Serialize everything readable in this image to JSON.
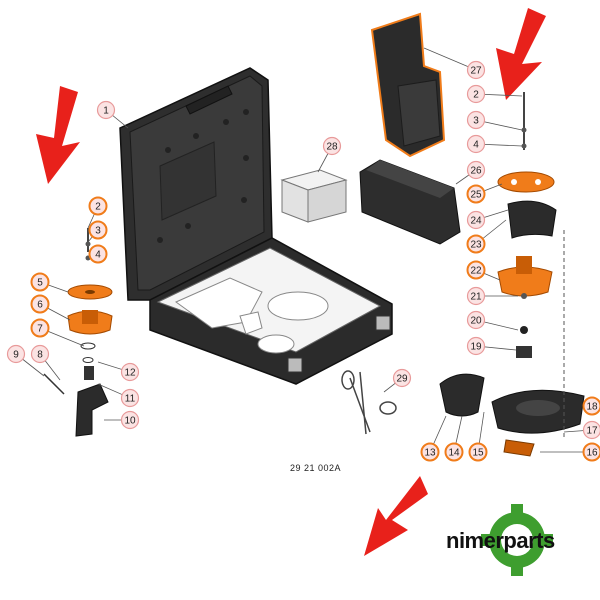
{
  "figure_code": "29  21  002A",
  "brand": {
    "name": "nimerparts"
  },
  "colors": {
    "orange": "#f07c1a",
    "red_arrow": "#e8211b",
    "callout_fill": "#fbe3e3",
    "callout_stroke_orange": "#f07c1a",
    "callout_stroke_pink": "#e89a9a",
    "dark_part": "#2b2b2b",
    "green_gear": "#3e9e2f"
  },
  "callouts": [
    {
      "label": "1",
      "style": "pink"
    },
    {
      "label": "2",
      "style": "orange"
    },
    {
      "label": "3",
      "style": "orange"
    },
    {
      "label": "4",
      "style": "orange"
    },
    {
      "label": "5",
      "style": "orange"
    },
    {
      "label": "6",
      "style": "orange"
    },
    {
      "label": "7",
      "style": "orange"
    },
    {
      "label": "8",
      "style": "pink"
    },
    {
      "label": "9",
      "style": "pink"
    },
    {
      "label": "10",
      "style": "pink"
    },
    {
      "label": "11",
      "style": "pink"
    },
    {
      "label": "12",
      "style": "pink"
    },
    {
      "label": "2",
      "style": "pink"
    },
    {
      "label": "3",
      "style": "pink"
    },
    {
      "label": "4",
      "style": "pink"
    },
    {
      "label": "13",
      "style": "orange"
    },
    {
      "label": "14",
      "style": "orange"
    },
    {
      "label": "15",
      "style": "orange"
    },
    {
      "label": "16",
      "style": "orange"
    },
    {
      "label": "17",
      "style": "pink"
    },
    {
      "label": "18",
      "style": "orange"
    },
    {
      "label": "19",
      "style": "pink"
    },
    {
      "label": "20",
      "style": "pink"
    },
    {
      "label": "21",
      "style": "pink"
    },
    {
      "label": "22",
      "style": "orange"
    },
    {
      "label": "23",
      "style": "orange"
    },
    {
      "label": "24",
      "style": "pink"
    },
    {
      "label": "25",
      "style": "orange"
    },
    {
      "label": "26",
      "style": "pink"
    },
    {
      "label": "27",
      "style": "pink"
    },
    {
      "label": "28",
      "style": "pink"
    },
    {
      "label": "29",
      "style": "pink"
    }
  ]
}
